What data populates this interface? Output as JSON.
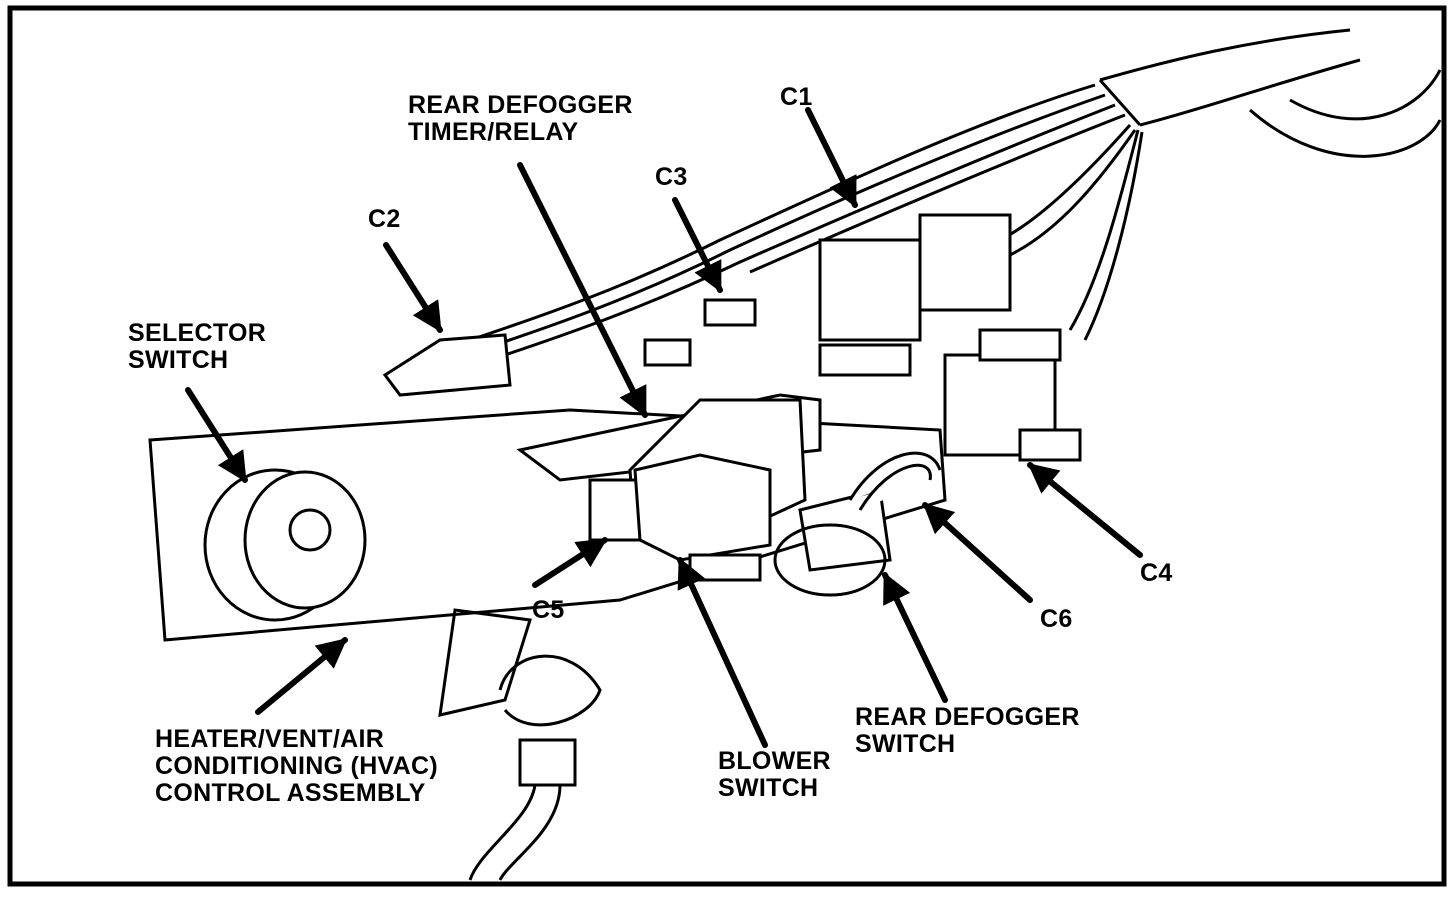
{
  "colors": {
    "ink": "#000000",
    "paper": "#ffffff"
  },
  "labels": {
    "rear_defogger_timer_relay": [
      "REAR DEFOGGER",
      "TIMER/RELAY"
    ],
    "c1": "C1",
    "c2": "C2",
    "c3": "C3",
    "c4": "C4",
    "c5": "C5",
    "c6": "C6",
    "selector_switch": [
      "SELECTOR",
      "SWITCH"
    ],
    "hvac_control_assembly": [
      "HEATER/VENT/AIR",
      "CONDITIONING (HVAC)",
      "CONTROL ASSEMBLY"
    ],
    "blower_switch": [
      "BLOWER",
      "SWITCH"
    ],
    "rear_defogger_switch": [
      "REAR DEFOGGER",
      "SWITCH"
    ]
  }
}
